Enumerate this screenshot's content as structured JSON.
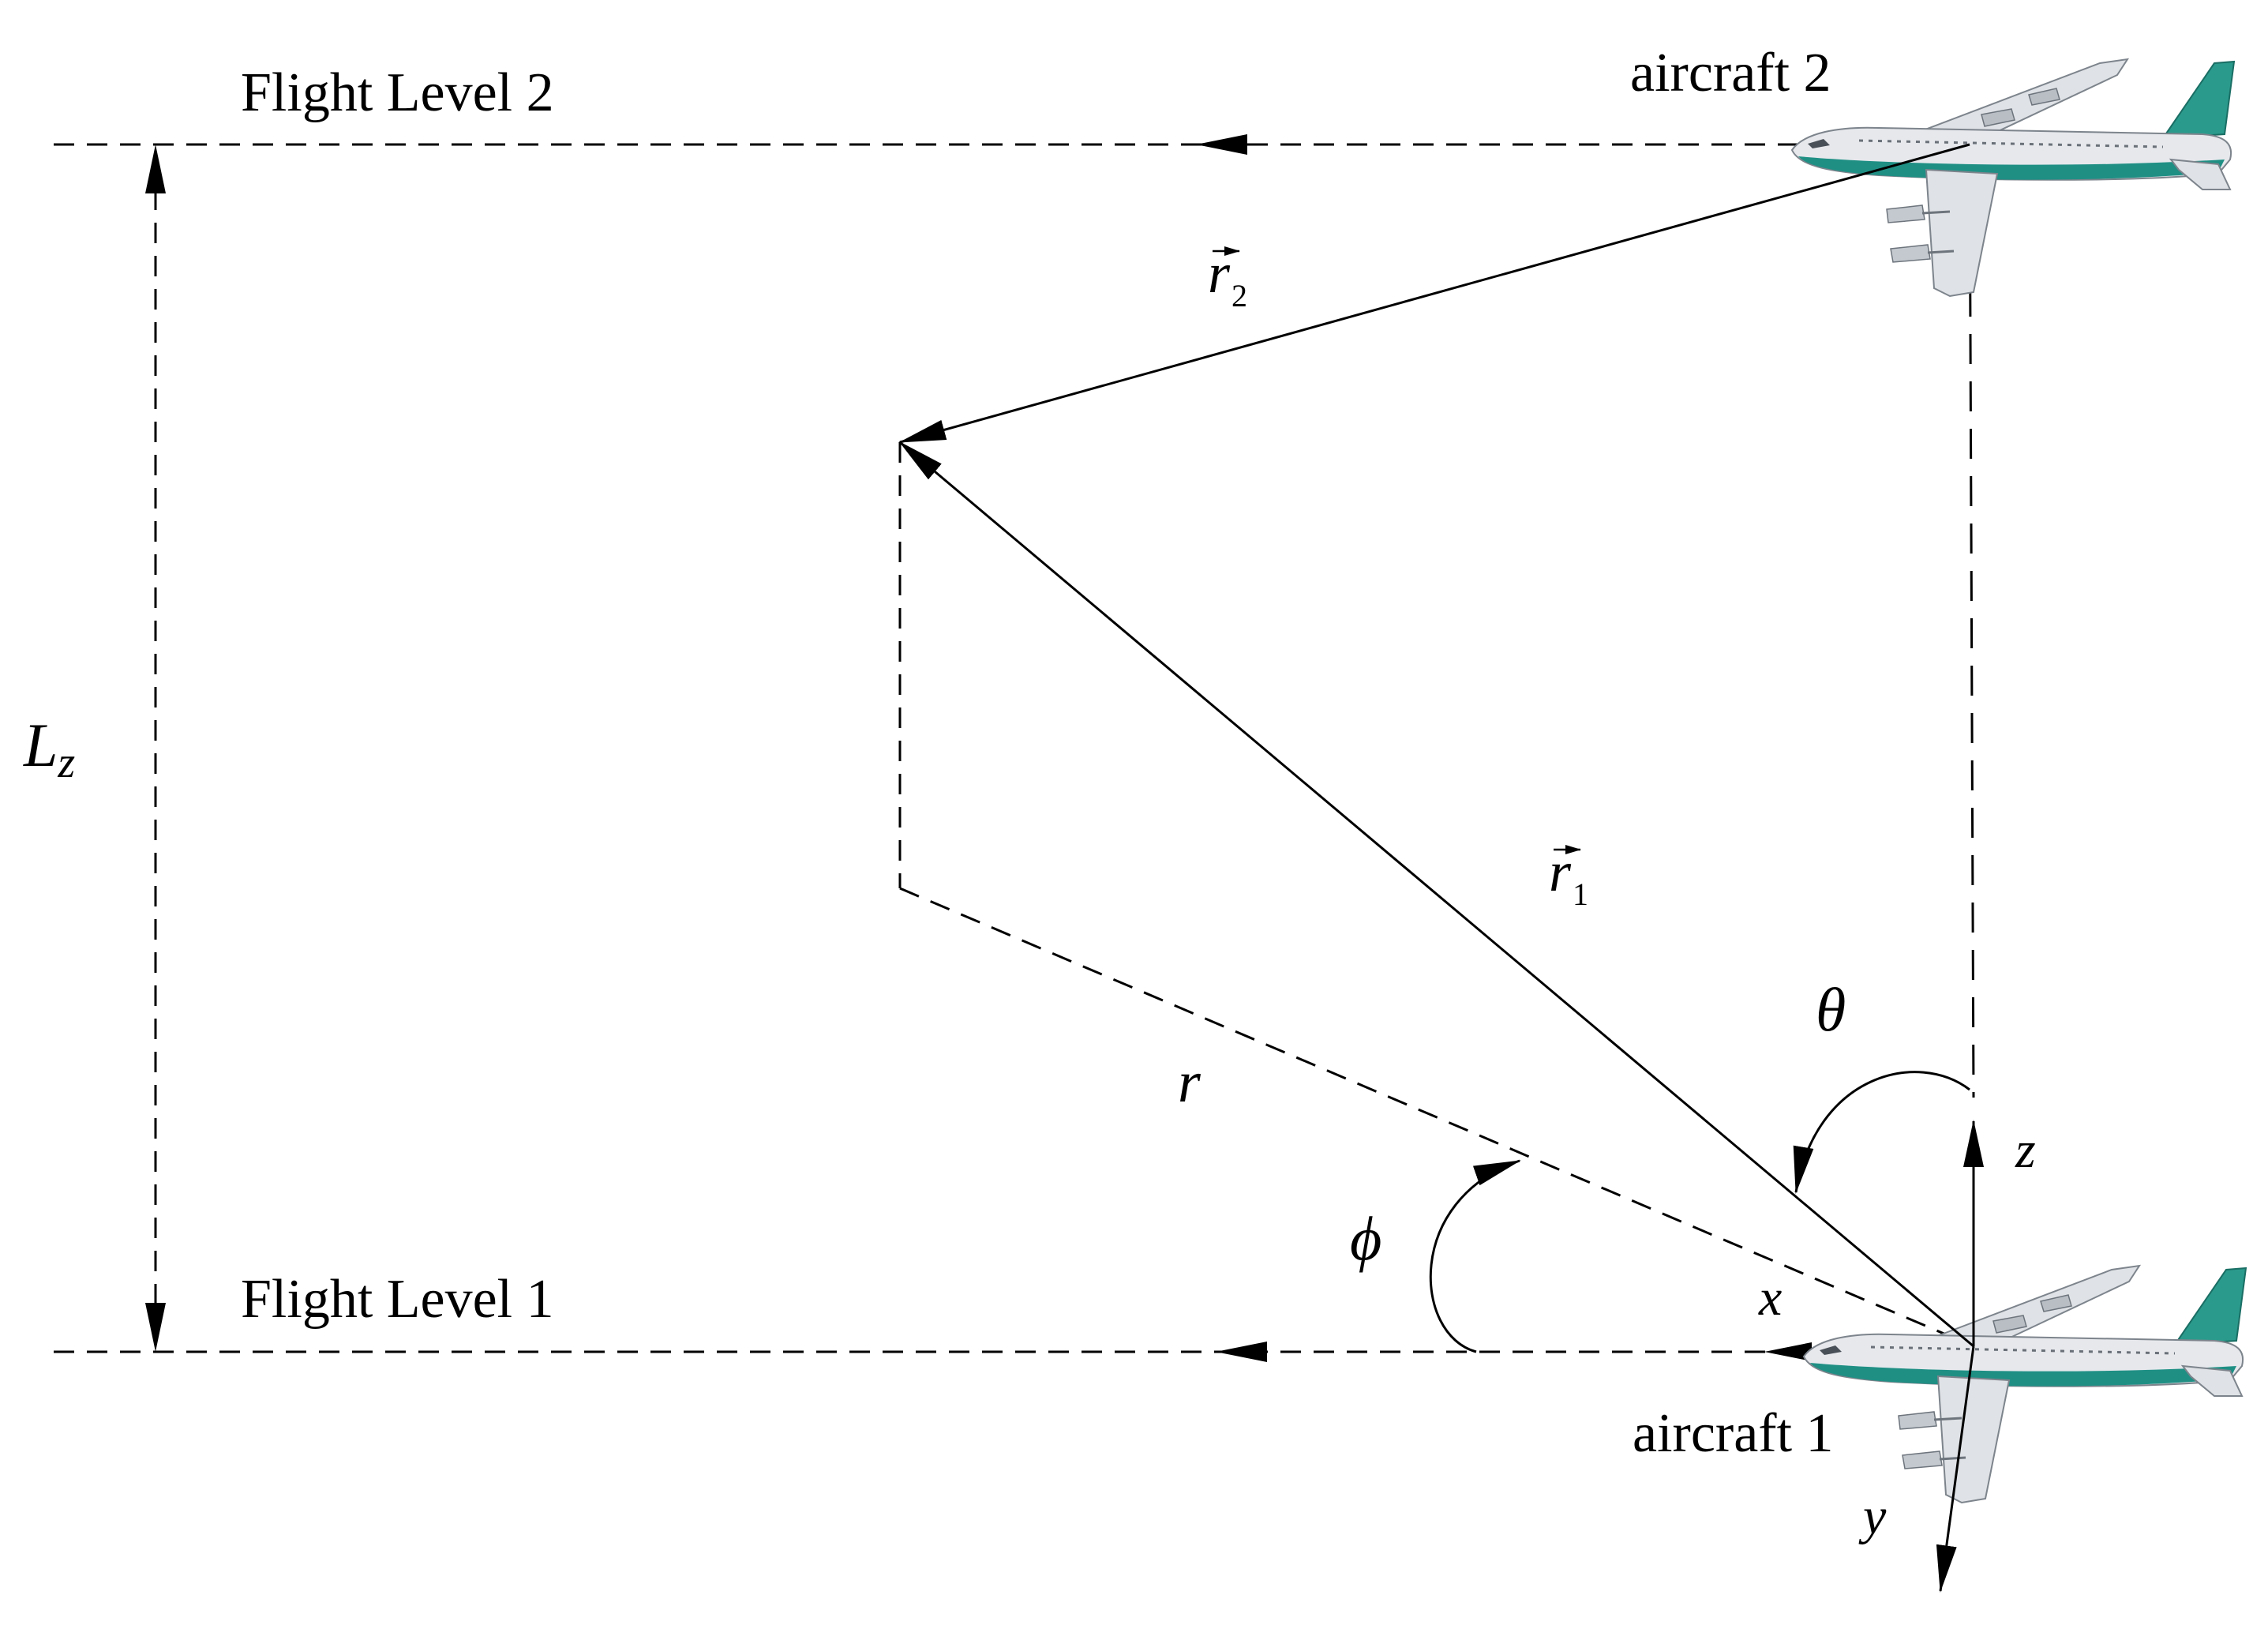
{
  "labels": {
    "flight_level_2": "Flight Level 2",
    "flight_level_1": "Flight Level 1",
    "aircraft_2": "aircraft 2",
    "aircraft_1": "aircraft 1",
    "lz_main": "L",
    "lz_sub": "z",
    "r2_main": "r",
    "r2_sub": "2",
    "r1_main": "r",
    "r1_sub": "1",
    "r": "r",
    "theta": "θ",
    "phi": "ϕ",
    "x": "x",
    "y": "y",
    "z": "z"
  },
  "colors": {
    "line": "#000000",
    "aircraft_body": "#e6e8ec",
    "aircraft_stripe": "#1f8f84",
    "aircraft_tail": "#2a9a8c"
  },
  "icons": {
    "aircraft": "aircraft-icon"
  }
}
